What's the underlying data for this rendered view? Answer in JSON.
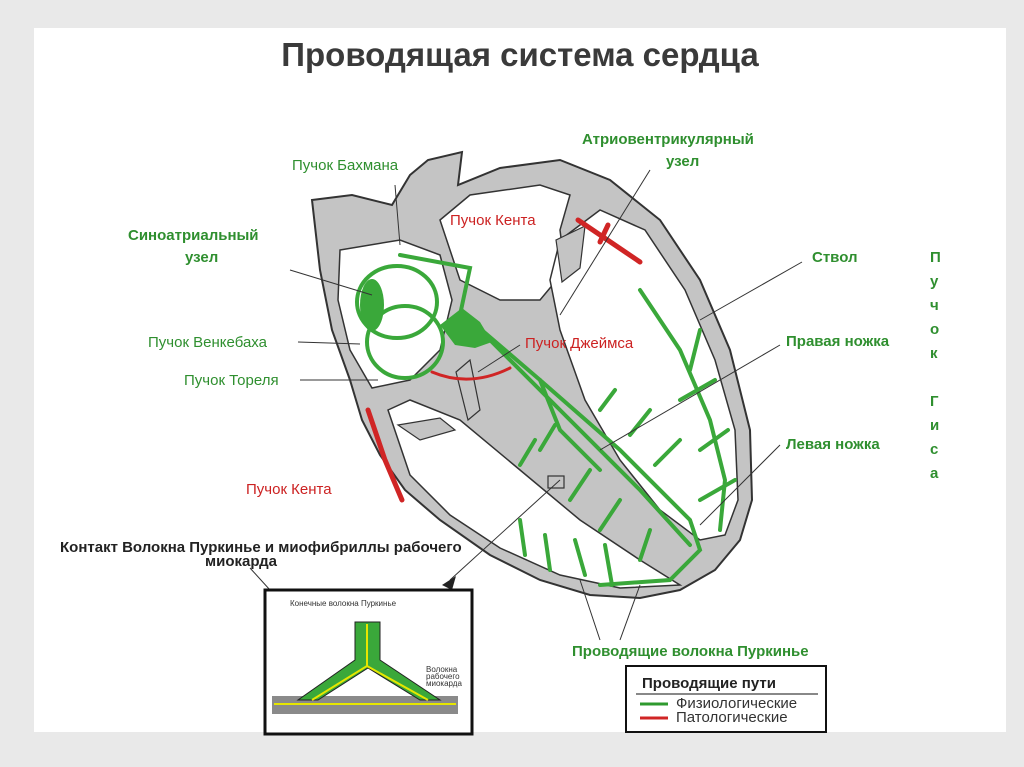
{
  "title": "Проводящая система сердца",
  "labels": {
    "bachmann": "Пучок Бахмана",
    "av_node_1": "Атриовентрикулярный",
    "av_node_2": "узел",
    "kent_top": "Пучок Кента",
    "sa_node_1": "Синоатриальный",
    "sa_node_2": "узел",
    "trunk": "Ствол",
    "wenckebach": "Пучок Венкебаха",
    "james": "Пучок Джеймса",
    "right_leg": "Правая ножка",
    "thorel": "Пучок Тореля",
    "left_leg": "Левая ножка",
    "kent_bottom": "Пучок Кента",
    "purkinje": "Проводящие волокна Пуркинье",
    "his_vertical": [
      "П",
      "у",
      "ч",
      "о",
      "к",
      "",
      "Г",
      "и",
      "с",
      "а"
    ]
  },
  "inset": {
    "caption_1": "Контакт Волокна Пуркинье и миофибриллы рабочего",
    "caption_2": "миокарда",
    "inner_label": "Конечные волокна Пуркинье",
    "side_label_1": "Волокна",
    "side_label_2": "рабочего",
    "side_label_3": "миокарда"
  },
  "legend": {
    "title": "Проводящие пути",
    "physiological": "Физиологические",
    "pathological": "Патологические",
    "colors": {
      "physiological": "#2f9a2f",
      "pathological": "#d02525"
    }
  },
  "colors": {
    "wall": "#bdbdbd",
    "green": "#3aa83a",
    "red": "#d02525",
    "outline": "#333333"
  }
}
